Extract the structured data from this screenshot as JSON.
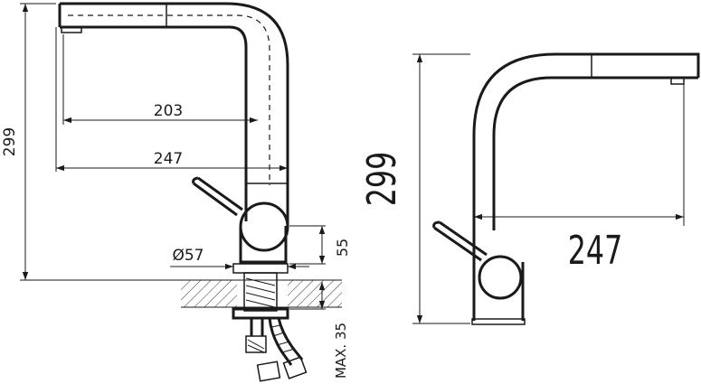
{
  "side_view": {
    "dim_total_height": "299",
    "dim_spout_inner": "203",
    "dim_spout_reach": "247",
    "dim_base_diameter": "Ø57",
    "dim_base_height": "55",
    "dim_max_counter": "MAX. 35"
  },
  "front_view": {
    "dim_total_height": "299",
    "dim_spout_reach": "247"
  }
}
